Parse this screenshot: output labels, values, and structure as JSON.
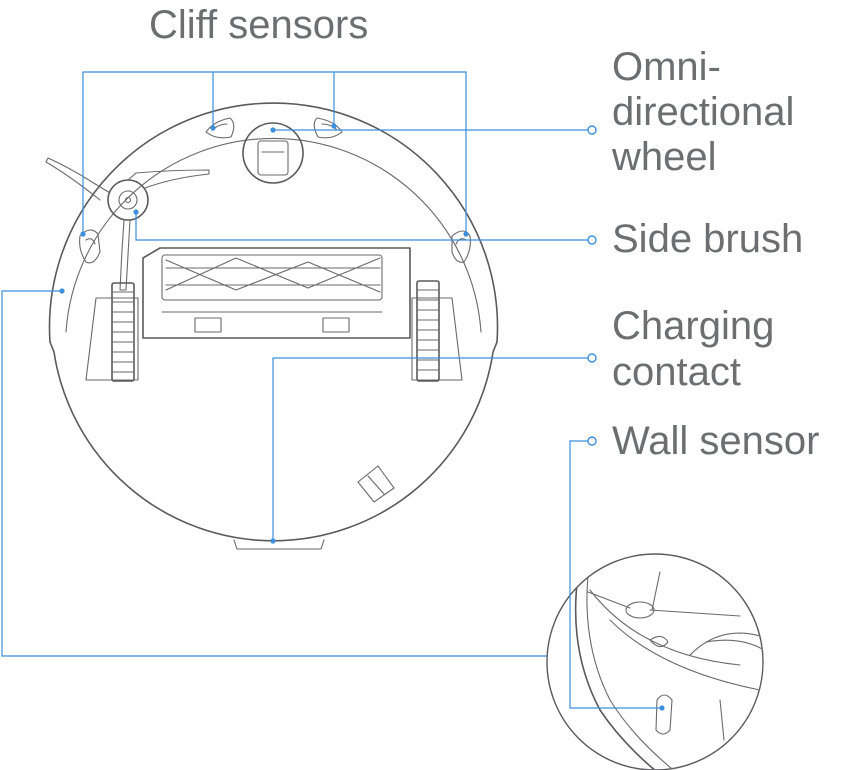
{
  "labels": {
    "cliff_sensors": "Cliff sensors",
    "omni_wheel_1": "Omni-",
    "omni_wheel_2": "directional",
    "omni_wheel_3": "wheel",
    "side_brush": "Side brush",
    "charging_1": "Charging",
    "charging_2": "contact",
    "wall_sensor": "Wall sensor"
  },
  "colors": {
    "label_text": "#6d6e70",
    "leader_line": "#3d8fdc",
    "outline": "#5a5a5c"
  }
}
